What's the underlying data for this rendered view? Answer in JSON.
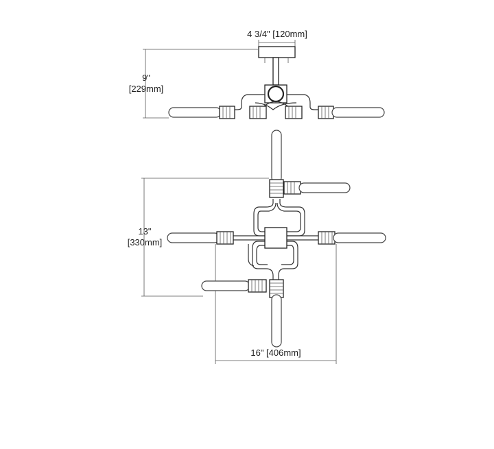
{
  "dimensions": {
    "canopy_width": "4 3/4\" [120mm]",
    "height_in": "9\"",
    "height_mm": "[229mm]",
    "depth_in": "13\"",
    "depth_mm": "[330mm]",
    "width": "16\" [406mm]"
  }
}
